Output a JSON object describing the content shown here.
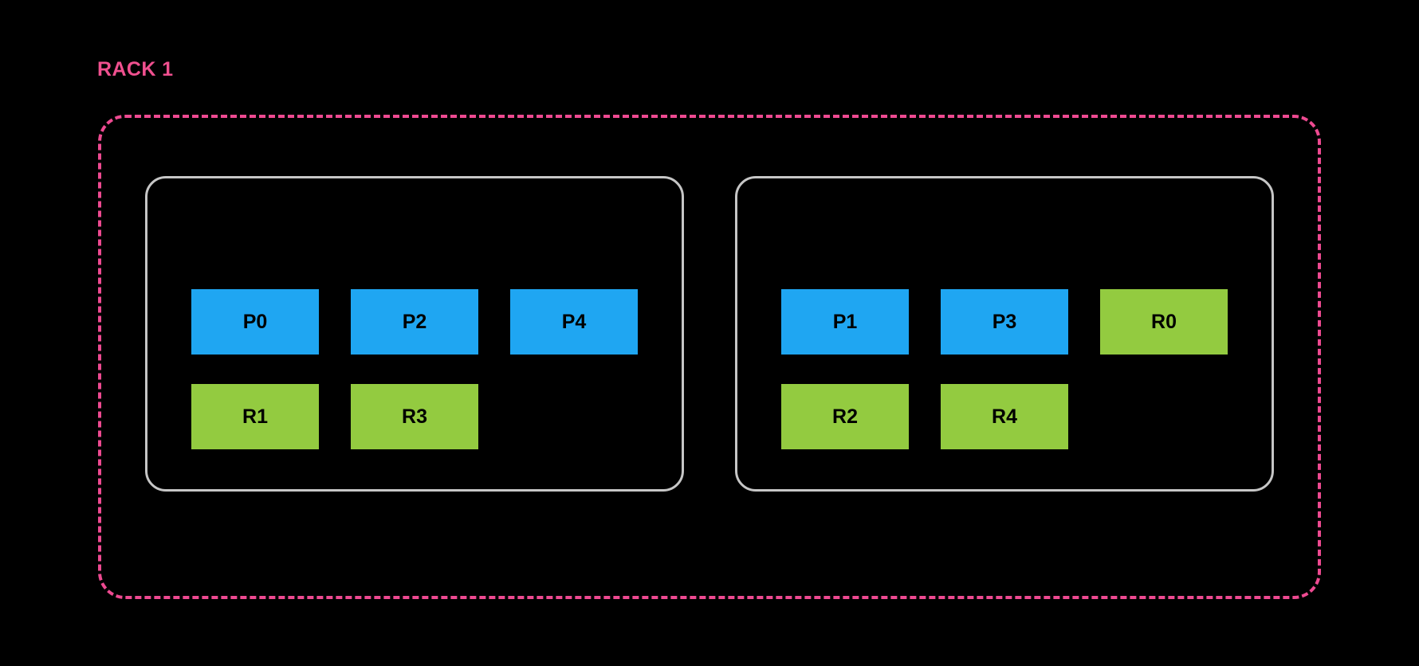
{
  "diagram": {
    "type": "rack-placement-diagram",
    "rack": {
      "label": "RACK 1",
      "label_color": "#F0508F",
      "border_color": "#EE4A91",
      "border_style": "dashed"
    },
    "node_border_color": "#C6C6C6",
    "background_color": "#000000",
    "legend_colors": {
      "primary": "#1FA6F2",
      "replica": "#93CB40"
    },
    "nodes": [
      {
        "name": "node-left",
        "rows": [
          {
            "kind": "primary",
            "cells": [
              {
                "label": "P0"
              },
              {
                "label": "P2"
              },
              {
                "label": "P4"
              }
            ]
          },
          {
            "kind": "replica",
            "cells": [
              {
                "label": "R1"
              },
              {
                "label": "R3"
              }
            ]
          }
        ]
      },
      {
        "name": "node-right",
        "rows": [
          {
            "kind": "mixed",
            "cells": [
              {
                "label": "P1",
                "kind": "primary"
              },
              {
                "label": "P3",
                "kind": "primary"
              },
              {
                "label": "R0",
                "kind": "replica"
              }
            ]
          },
          {
            "kind": "replica",
            "cells": [
              {
                "label": "R2"
              },
              {
                "label": "R4"
              }
            ]
          }
        ]
      }
    ],
    "cells_flat": [
      {
        "label": "P0",
        "kind": "primary",
        "node": 0,
        "row": 0,
        "col": 0
      },
      {
        "label": "P2",
        "kind": "primary",
        "node": 0,
        "row": 0,
        "col": 1
      },
      {
        "label": "P4",
        "kind": "primary",
        "node": 0,
        "row": 0,
        "col": 2
      },
      {
        "label": "R1",
        "kind": "replica",
        "node": 0,
        "row": 1,
        "col": 0
      },
      {
        "label": "R3",
        "kind": "replica",
        "node": 0,
        "row": 1,
        "col": 1
      },
      {
        "label": "P1",
        "kind": "primary",
        "node": 1,
        "row": 0,
        "col": 0
      },
      {
        "label": "P3",
        "kind": "primary",
        "node": 1,
        "row": 0,
        "col": 1
      },
      {
        "label": "R0",
        "kind": "replica",
        "node": 1,
        "row": 0,
        "col": 2
      },
      {
        "label": "R2",
        "kind": "replica",
        "node": 1,
        "row": 1,
        "col": 0
      },
      {
        "label": "R4",
        "kind": "replica",
        "node": 1,
        "row": 1,
        "col": 1
      }
    ]
  }
}
